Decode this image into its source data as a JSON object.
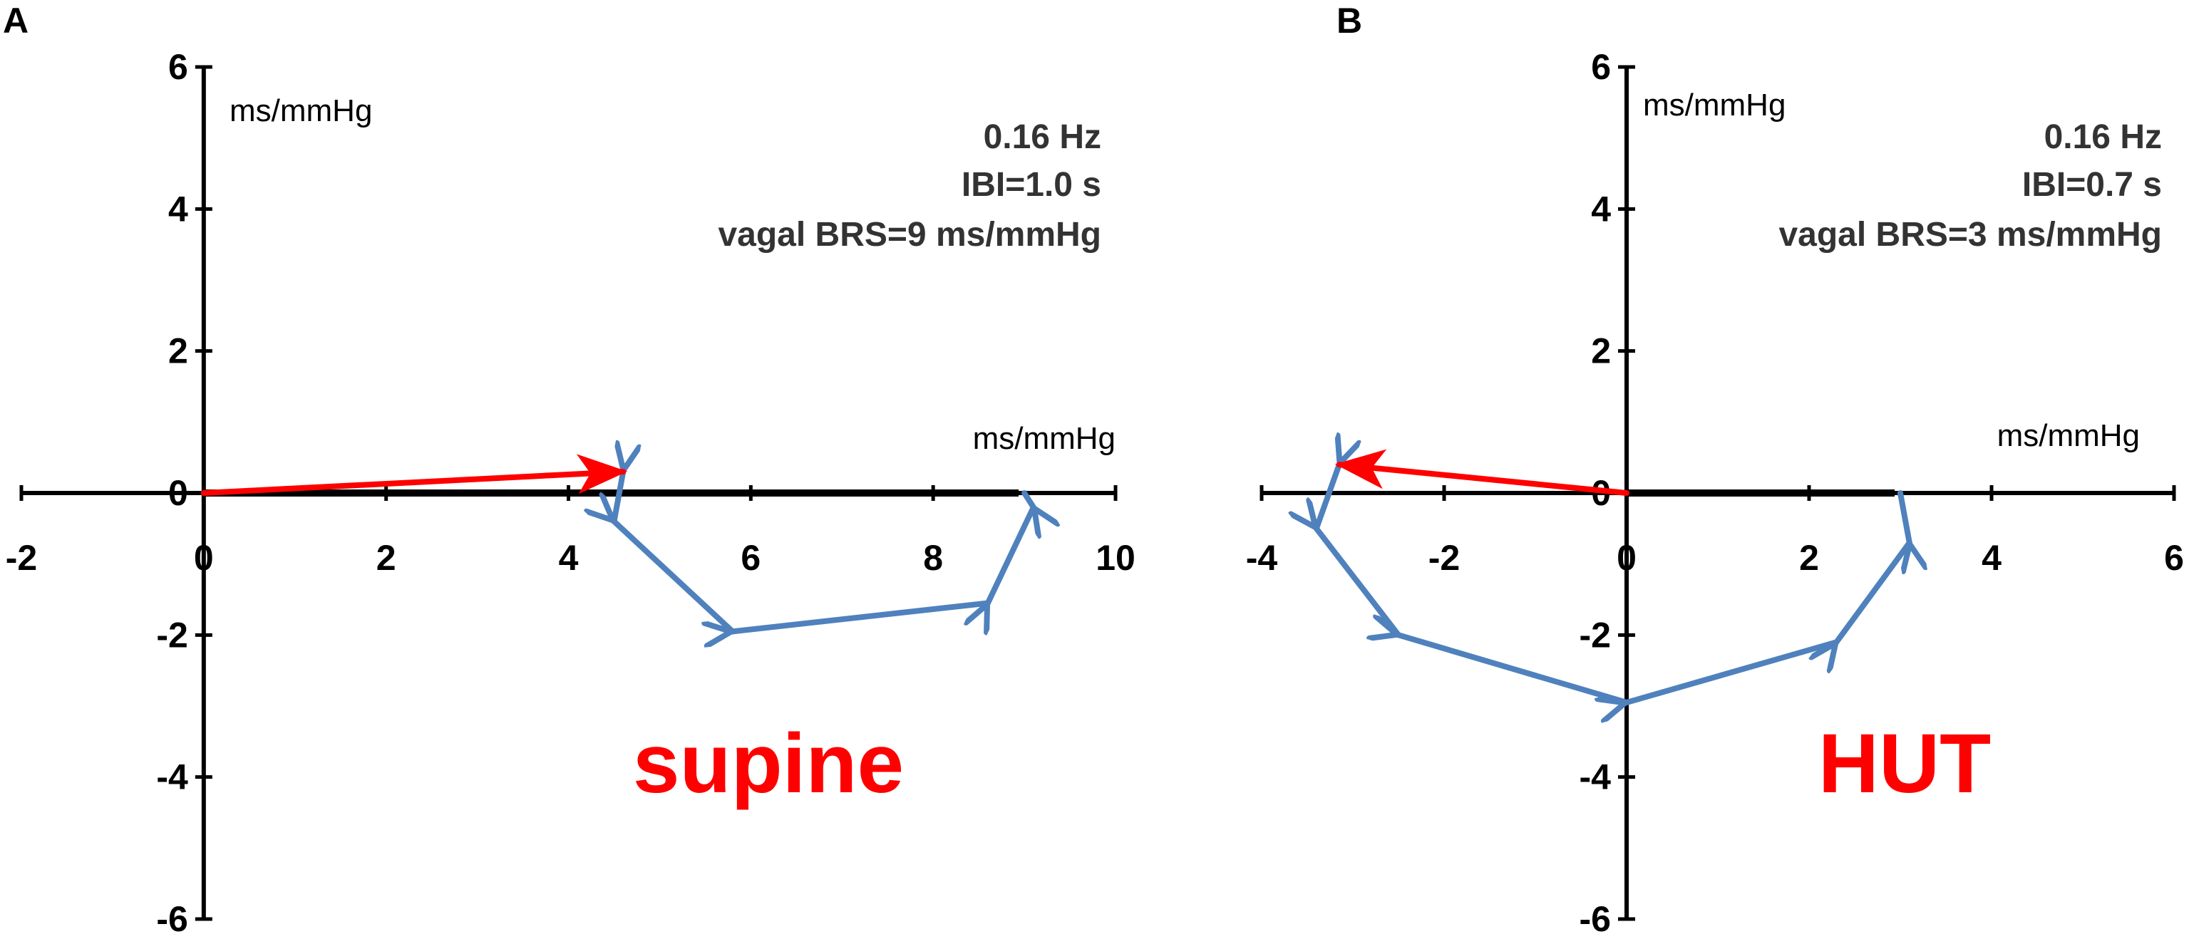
{
  "colors": {
    "axis": "#000000",
    "reference_vector": "#000000",
    "resultant_vector": "#ff0000",
    "component_vectors": "#4f81bd",
    "posture_label": "#ff0000",
    "info_text": "#333333"
  },
  "chart_data": [
    {
      "type": "vector-diagram",
      "panel_label": "A",
      "x_axis_unit": "ms/mmHg",
      "y_axis_unit": "ms/mmHg",
      "xlim": [
        -2,
        10
      ],
      "ylim": [
        -6,
        6
      ],
      "x_ticks": [
        "-2",
        "0",
        "2",
        "4",
        "6",
        "8",
        "10"
      ],
      "y_ticks": [
        "6",
        "4",
        "2",
        "0",
        "-2",
        "-4",
        "-6"
      ],
      "info_lines": [
        "0.16 Hz",
        "IBI=1.0 s",
        "vagal BRS=9 ms/mmHg"
      ],
      "posture_label": "supine",
      "reference_vector": {
        "from": [
          0,
          0
        ],
        "to": [
          9.0,
          0
        ]
      },
      "resultant_vector": {
        "from": [
          0,
          0
        ],
        "to": [
          4.6,
          0.3
        ]
      },
      "component_vectors": [
        {
          "from": [
            9.0,
            0
          ],
          "to": [
            9.1,
            -0.2
          ]
        },
        {
          "from": [
            9.1,
            -0.2
          ],
          "to": [
            8.6,
            -1.55
          ]
        },
        {
          "from": [
            8.6,
            -1.55
          ],
          "to": [
            5.8,
            -1.95
          ]
        },
        {
          "from": [
            5.8,
            -1.95
          ],
          "to": [
            4.5,
            -0.4
          ]
        },
        {
          "from": [
            4.5,
            -0.4
          ],
          "to": [
            4.6,
            0.3
          ]
        }
      ]
    },
    {
      "type": "vector-diagram",
      "panel_label": "B",
      "x_axis_unit": "ms/mmHg",
      "y_axis_unit": "ms/mmHg",
      "xlim": [
        -4,
        6
      ],
      "ylim": [
        -6,
        6
      ],
      "x_ticks": [
        "-4",
        "-2",
        "0",
        "2",
        "4",
        "6"
      ],
      "y_ticks": [
        "6",
        "4",
        "2",
        "0",
        "-2",
        "-4",
        "-6"
      ],
      "info_lines": [
        "0.16 Hz",
        "IBI=0.7 s",
        "vagal BRS=3 ms/mmHg"
      ],
      "posture_label": "HUT",
      "reference_vector": {
        "from": [
          0,
          0
        ],
        "to": [
          3.0,
          0
        ]
      },
      "resultant_vector": {
        "from": [
          0,
          0
        ],
        "to": [
          -3.15,
          0.4
        ]
      },
      "component_vectors": [
        {
          "from": [
            3.0,
            0
          ],
          "to": [
            3.1,
            -0.7
          ]
        },
        {
          "from": [
            3.1,
            -0.7
          ],
          "to": [
            2.3,
            -2.1
          ]
        },
        {
          "from": [
            2.3,
            -2.1
          ],
          "to": [
            0,
            -2.95
          ]
        },
        {
          "from": [
            0,
            -2.95
          ],
          "to": [
            -2.5,
            -2.0
          ]
        },
        {
          "from": [
            -2.5,
            -2.0
          ],
          "to": [
            -3.4,
            -0.5
          ]
        },
        {
          "from": [
            -3.4,
            -0.5
          ],
          "to": [
            -3.15,
            0.4
          ]
        }
      ]
    }
  ]
}
